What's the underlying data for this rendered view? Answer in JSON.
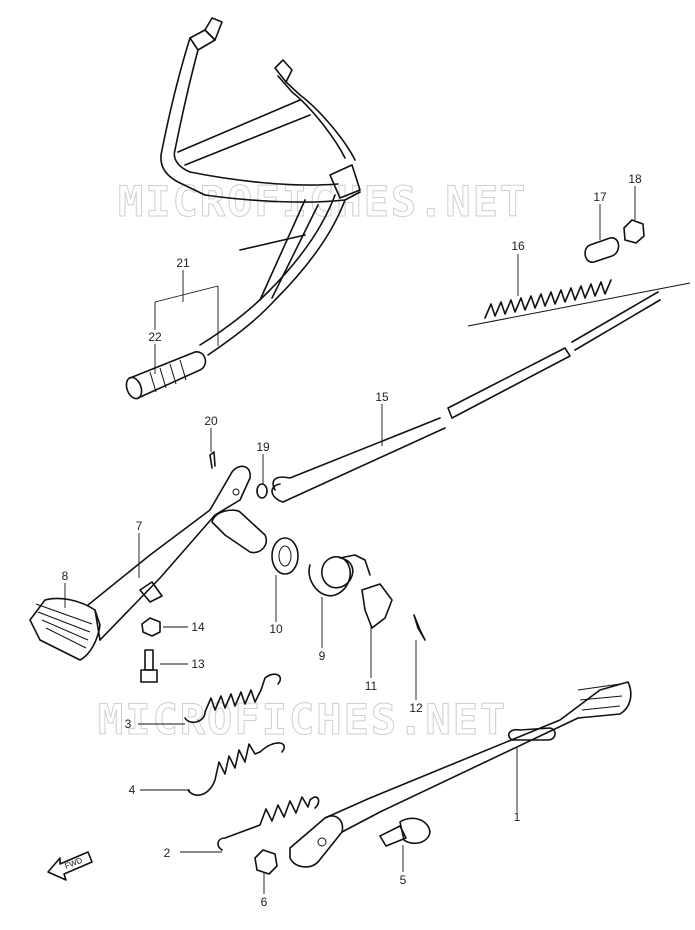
{
  "watermark": {
    "text": "MICROFICHES.NET"
  },
  "fwd_arrow": {
    "label": "FWD"
  },
  "callouts": [
    {
      "id": "1",
      "label": "1"
    },
    {
      "id": "2",
      "label": "2"
    },
    {
      "id": "3",
      "label": "3"
    },
    {
      "id": "4",
      "label": "4"
    },
    {
      "id": "5",
      "label": "5"
    },
    {
      "id": "6",
      "label": "6"
    },
    {
      "id": "7",
      "label": "7"
    },
    {
      "id": "8",
      "label": "8"
    },
    {
      "id": "9",
      "label": "9"
    },
    {
      "id": "10",
      "label": "10"
    },
    {
      "id": "11",
      "label": "11"
    },
    {
      "id": "12",
      "label": "12"
    },
    {
      "id": "13",
      "label": "13"
    },
    {
      "id": "14",
      "label": "14"
    },
    {
      "id": "15",
      "label": "15"
    },
    {
      "id": "16",
      "label": "16"
    },
    {
      "id": "17",
      "label": "17"
    },
    {
      "id": "18",
      "label": "18"
    },
    {
      "id": "19",
      "label": "19"
    },
    {
      "id": "20",
      "label": "20"
    },
    {
      "id": "21",
      "label": "21"
    },
    {
      "id": "22",
      "label": "22"
    }
  ]
}
